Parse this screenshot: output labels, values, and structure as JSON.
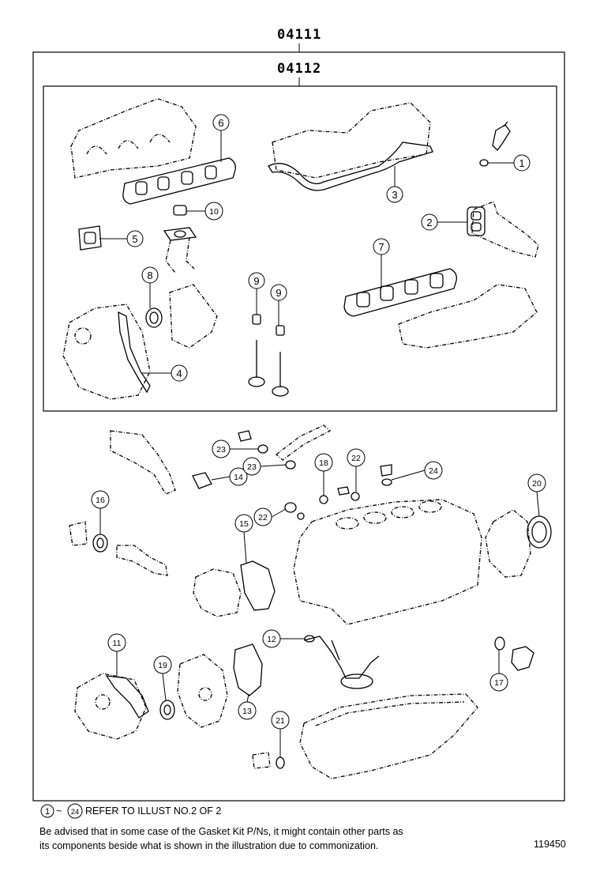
{
  "header": {
    "outer_part": "04111",
    "inner_part": "04112"
  },
  "callouts": [
    {
      "id": "c1",
      "label": "1"
    },
    {
      "id": "c2",
      "label": "2"
    },
    {
      "id": "c3",
      "label": "3"
    },
    {
      "id": "c4",
      "label": "4"
    },
    {
      "id": "c5",
      "label": "5"
    },
    {
      "id": "c6",
      "label": "6"
    },
    {
      "id": "c7",
      "label": "7"
    },
    {
      "id": "c8",
      "label": "8"
    },
    {
      "id": "c9a",
      "label": "9"
    },
    {
      "id": "c9b",
      "label": "9"
    },
    {
      "id": "c10",
      "label": "10"
    },
    {
      "id": "c11",
      "label": "11"
    },
    {
      "id": "c12",
      "label": "12"
    },
    {
      "id": "c13",
      "label": "13"
    },
    {
      "id": "c14",
      "label": "14"
    },
    {
      "id": "c15",
      "label": "15"
    },
    {
      "id": "c16",
      "label": "16"
    },
    {
      "id": "c17",
      "label": "17"
    },
    {
      "id": "c18",
      "label": "18"
    },
    {
      "id": "c19",
      "label": "19"
    },
    {
      "id": "c20",
      "label": "20"
    },
    {
      "id": "c21",
      "label": "21"
    },
    {
      "id": "c22a",
      "label": "22"
    },
    {
      "id": "c22b",
      "label": "22"
    },
    {
      "id": "c23a",
      "label": "23"
    },
    {
      "id": "c23b",
      "label": "23"
    },
    {
      "id": "c24",
      "label": "24"
    }
  ],
  "footer": {
    "ref_start": "1",
    "ref_tilde": "~",
    "ref_end": "24",
    "ref_text": "REFER TO ILLUST NO.2 OF 2",
    "advisory_line1": "Be advised that in some case of the Gasket Kit P/Ns,  it might contain other parts as",
    "advisory_line2": "its components beside what is shown in the illustration due to commonization.",
    "illustration_id": "119450"
  }
}
